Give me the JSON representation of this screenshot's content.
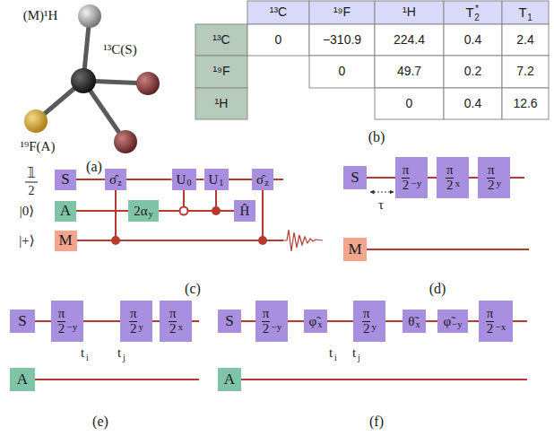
{
  "diagram": {
    "nodes": [
      {
        "text": [
          "S"
        ]
      },
      {
        "text": [
          "A"
        ]
      },
      {
        "text": [
          "M"
        ]
      },
      {
        "text": [
          "σ̂",
          "z"
        ]
      },
      {
        "text": [
          "2α",
          "y"
        ]
      },
      {
        "text": [
          "U",
          "0"
        ]
      },
      {
        "text": [
          "U",
          "1"
        ]
      },
      {
        "text": [
          "Ĥ"
        ]
      },
      {
        "text": [
          "σ̂",
          "z"
        ]
      },
      {
        "text": [
          "S"
        ]
      },
      {
        "text": [
          "M"
        ]
      },
      {
        "text": [
          "π",
          "2",
          "−y"
        ]
      },
      {
        "text": [
          "π",
          "2",
          "x"
        ]
      },
      {
        "text": [
          "π",
          "2",
          "y"
        ]
      },
      {
        "text": [
          "S"
        ]
      },
      {
        "text": [
          "A"
        ]
      },
      {
        "text": [
          "π",
          "2",
          "−y"
        ]
      },
      {
        "text": [
          "π",
          "2",
          "y"
        ]
      },
      {
        "text": [
          "π",
          "2",
          "x"
        ]
      },
      {
        "text": [
          "S"
        ]
      },
      {
        "text": [
          "A"
        ]
      },
      {
        "text": [
          "π",
          "2",
          "−y"
        ]
      },
      {
        "text": [
          "φ̃",
          "x"
        ]
      },
      {
        "text": [
          "π",
          "2",
          "y"
        ]
      },
      {
        "text": [
          "θ̃",
          "x"
        ]
      },
      {
        "text": [
          "φ̃",
          "−y"
        ]
      },
      {
        "text": [
          "π",
          "2",
          "−x"
        ]
      }
    ],
    "edges": [
      {
        "from": 0,
        "to": 3,
        "arrow": "none"
      },
      {
        "from": 3,
        "to": 5,
        "arrow": "none"
      },
      {
        "from": 5,
        "to": 6,
        "arrow": "none"
      },
      {
        "from": 6,
        "to": 8,
        "arrow": "none"
      },
      {
        "from": 1,
        "to": 4,
        "arrow": "none"
      },
      {
        "from": 4,
        "to": 7,
        "arrow": "none"
      },
      {
        "from": 9,
        "to": 11,
        "arrow": "none"
      },
      {
        "from": 11,
        "to": 12,
        "arrow": "none"
      },
      {
        "from": 12,
        "to": 13,
        "arrow": "none"
      },
      {
        "from": 14,
        "to": 16,
        "arrow": "none"
      },
      {
        "from": 16,
        "to": 17,
        "arrow": "none"
      },
      {
        "from": 17,
        "to": 18,
        "arrow": "none"
      },
      {
        "from": 19,
        "to": 21,
        "arrow": "none"
      },
      {
        "from": 21,
        "to": 22,
        "arrow": "none"
      },
      {
        "from": 22,
        "to": 23,
        "arrow": "none"
      },
      {
        "from": 23,
        "to": 24,
        "arrow": "none"
      },
      {
        "from": 24,
        "to": 25,
        "arrow": "none"
      },
      {
        "from": 25,
        "to": 26,
        "arrow": "none"
      }
    ],
    "labels": [
      "(M)¹H",
      "¹³C(S)",
      "¹⁹F(A)",
      "(a)",
      "¹³C",
      "¹⁹F",
      "¹H",
      "T",
      "*",
      "2",
      "T",
      "1",
      "¹³C",
      "¹⁹F",
      "¹H",
      "0",
      "−310.9",
      "224.4",
      "0.4",
      "2.4",
      "0",
      "49.7",
      "0.2",
      "7.2",
      "0",
      "0.4",
      "12.6",
      "(b)",
      "𝟙",
      "2",
      "|0⟩",
      "|+⟩",
      "(c)",
      "τ",
      "(d)",
      "t",
      "i",
      "t",
      "j",
      "(e)",
      "t",
      "i",
      "t",
      "j",
      "(f)"
    ]
  }
}
